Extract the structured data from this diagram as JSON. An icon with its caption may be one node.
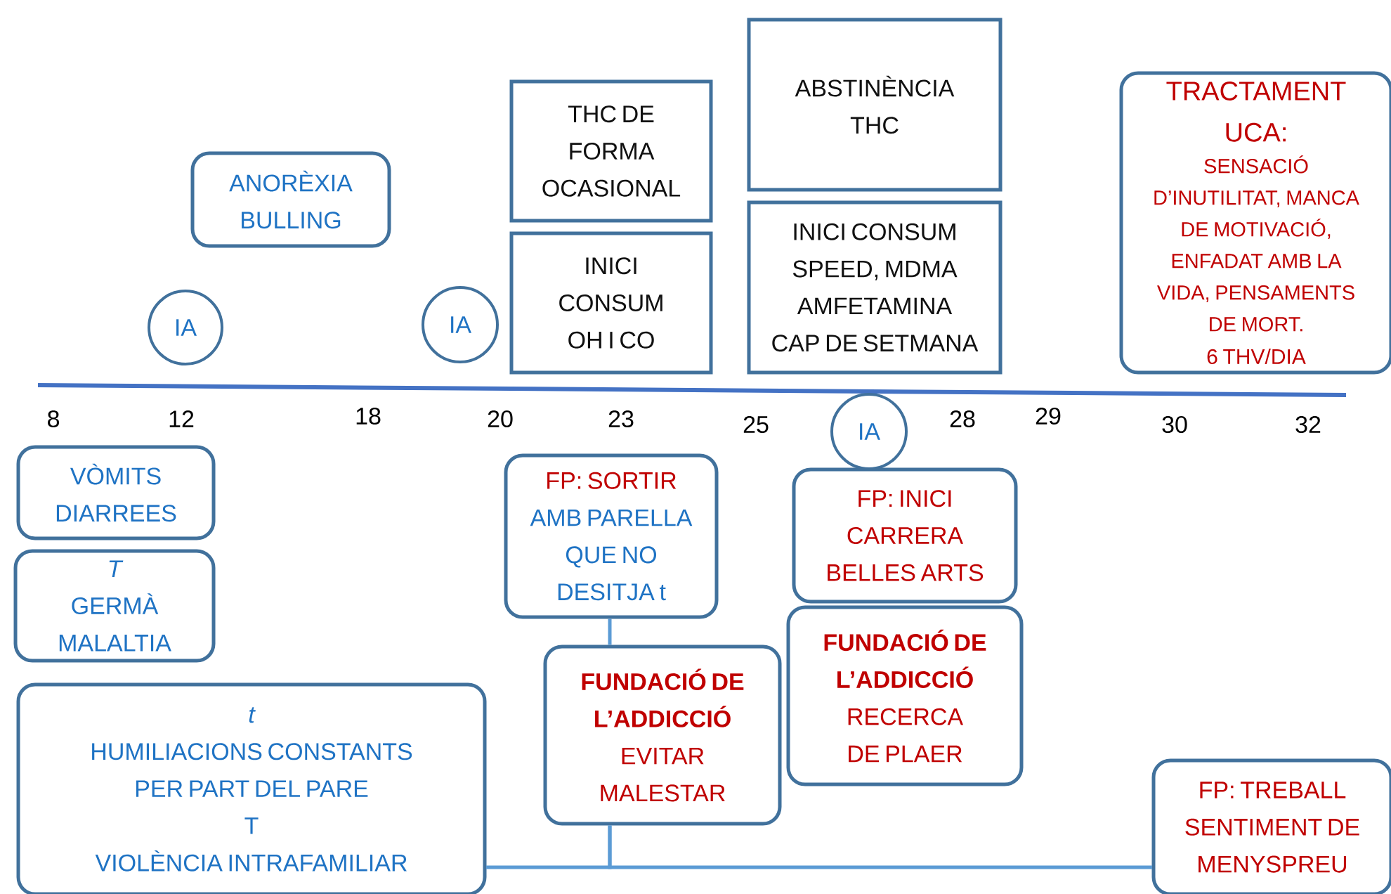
{
  "diagram": {
    "nodes": [
      {
        "text": [
          "ANORÈXIA BULLING"
        ]
      },
      {
        "text": [
          "THC DE FORMA OCASIONAL"
        ]
      },
      {
        "text": [
          "ABSTINÈNCIA THC"
        ]
      },
      {
        "text": [
          "TRACTAMENT UCA:",
          "SENSACIÓ D’INUTILITAT, MANCA DE MOTIVACIÓ, ENFADAT AMB LA VIDA, PENSAMENTS DE MORT.",
          "6 THV/DIA"
        ]
      },
      {
        "text": [
          "INICI CONSUM OH I CO"
        ]
      },
      {
        "text": [
          "INICI CONSUM SPEED, MDMA AMFETAMINA CAP DE SETMANA"
        ]
      },
      {
        "text": [
          "IA"
        ]
      },
      {
        "text": [
          "IA"
        ]
      },
      {
        "text": [
          "IA"
        ]
      },
      {
        "text": [
          "VÒMITS DIARREES"
        ]
      },
      {
        "text": [
          "T",
          "GERMÀ MALALTIA"
        ]
      },
      {
        "text": [
          "FP: SORTIR",
          "AMB PARELLA QUE NO DESITJA t"
        ]
      },
      {
        "text": [
          "FP: INICI CARRERA BELLES ARTS"
        ]
      },
      {
        "text": [
          "FUNDACIÓ DE L’ADDICCIÓ",
          "RECERCA DE PLAER"
        ]
      },
      {
        "text": [
          "FUNDACIÓ DE L’ADDICCIÓ",
          "EVITAR MALESTAR"
        ]
      },
      {
        "text": [
          "t",
          "HUMILIACIONS CONSTANTS PER PART DEL PARE",
          "T",
          "VIOLÈNCIA INTRAFAMILIAR"
        ]
      },
      {
        "text": [
          "FP: TREBALL SENTIMENT DE MENYSPREU"
        ]
      }
    ],
    "edges": [
      {
        "from": 11,
        "to": 14,
        "arrow": "none"
      },
      {
        "from": 14,
        "to": 15,
        "arrow": "none"
      },
      {
        "from": 14,
        "to": 16,
        "arrow": "none"
      }
    ],
    "labels": [
      "8",
      "12",
      "18",
      "20",
      "23",
      "25",
      "28",
      "29",
      "30",
      "32"
    ]
  }
}
